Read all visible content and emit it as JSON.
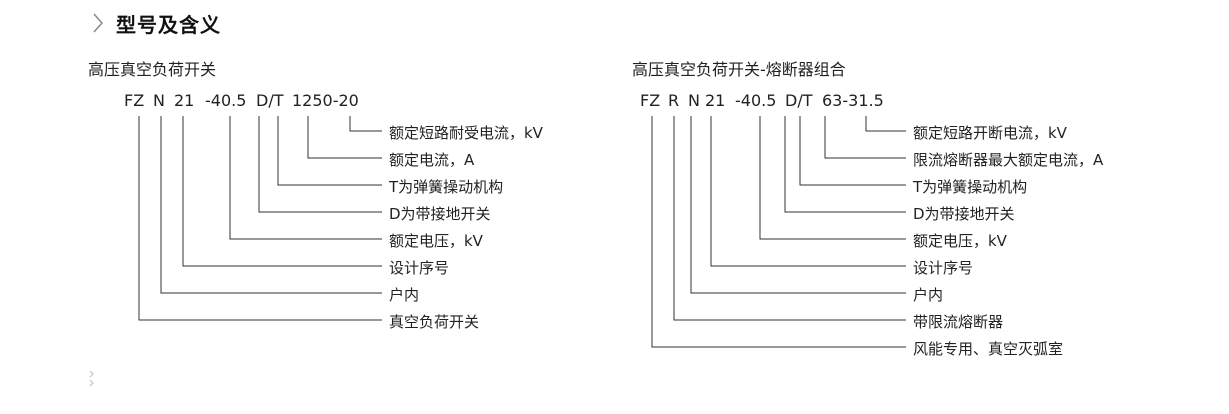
{
  "section_title": "型号及含义",
  "diagrams": [
    {
      "title": "高压真空负荷开关",
      "code_parts": [
        "FZ",
        "N",
        "21",
        "-40.5",
        "D/T",
        "1250-20"
      ],
      "meanings": [
        "额定短路耐受电流，kV",
        "额定电流，A",
        "T为弹簧操动机构",
        "D为带接地开关",
        "额定电压，kV",
        "设计序号",
        "户内",
        "真空负荷开关"
      ]
    },
    {
      "title": "高压真空负荷开关-熔断器组合",
      "code_parts": [
        "FZ",
        "R",
        "N",
        "21",
        "-40.5",
        "D/T",
        "63-31.5"
      ],
      "meanings": [
        "额定短路开断电流，kV",
        "限流熔断器最大额定电流，A",
        "T为弹簧操动机构",
        "D为带接地开关",
        "额定电压，kV",
        "设计序号",
        "户内",
        "带限流熔断器",
        "风能专用、真空灭弧室"
      ]
    }
  ],
  "icons": {
    "section_marker": "chevron-right-icon"
  }
}
